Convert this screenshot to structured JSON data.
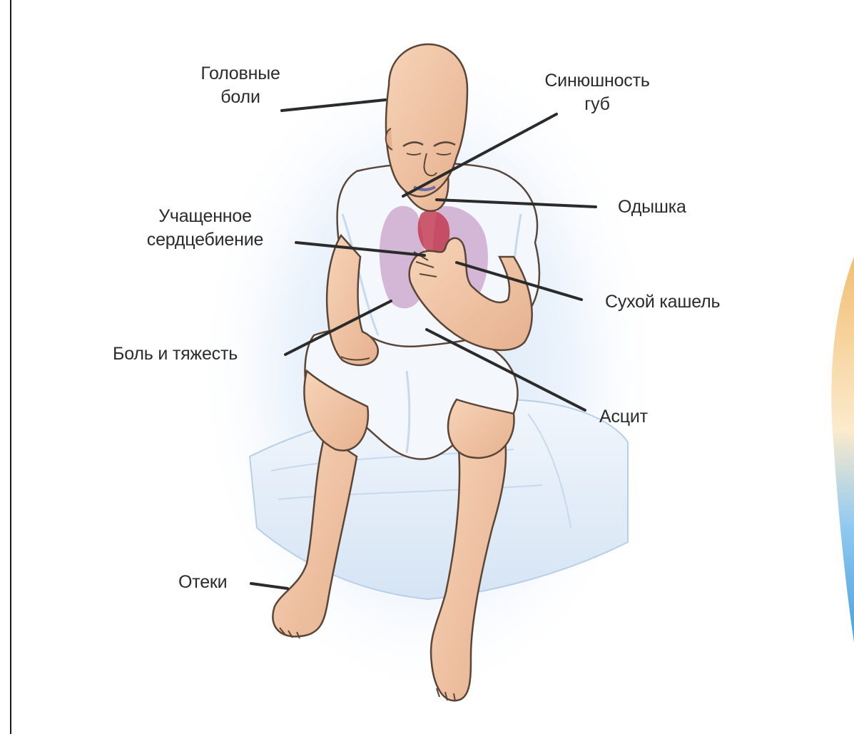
{
  "colors": {
    "background": "#ffffff",
    "left_rule": "#1a1a1a",
    "accent_blue": "#2a8fd6",
    "accent_orange": "#f0b35a",
    "skin": "#f3c9a8",
    "skin_shadow": "#dba582",
    "outline": "#5a4638",
    "shirt": "#f4f8fd",
    "shirt_shadow": "#c7d9ee",
    "bed": "#eaf2fb",
    "bed_shadow": "#b8cfe8",
    "lungs": "#c9a2c9",
    "heart": "#c0324a",
    "leader_line": "#2b2b2b",
    "label_text": "#2b2b2b"
  },
  "labels": {
    "headaches": "Головные\nболи",
    "lip_cyanosis": "Синюшность\nгуб",
    "dyspnea": "Одышка",
    "palpitations": "Учащенное\nсердцебиение",
    "dry_cough": "Сухой кашель",
    "pain_heaviness": "Боль и тяжесть",
    "ascites": "Асцит",
    "edema": "Отеки"
  }
}
